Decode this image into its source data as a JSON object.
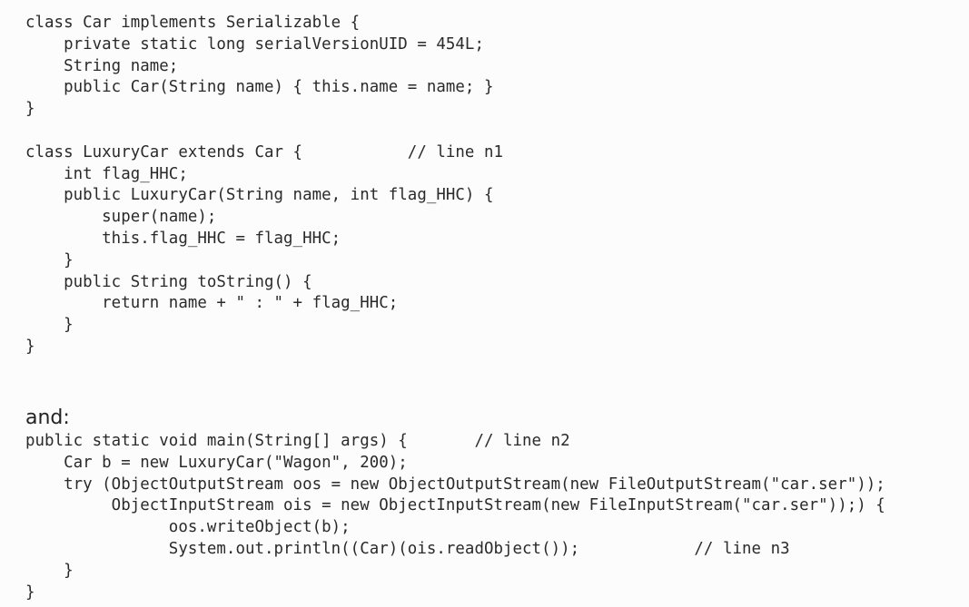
{
  "class_code": [
    "class Car implements Serializable {",
    "    private static long serialVersionUID = 454L;",
    "    String name;",
    "    public Car(String name) { this.name = name; }",
    "}",
    "",
    "class LuxuryCar extends Car {           // line n1",
    "    int flag_HHC;",
    "    public LuxuryCar(String name, int flag_HHC) {",
    "        super(name);",
    "        this.flag_HHC = flag_HHC;",
    "    }",
    "    public String toString() {",
    "        return name + \" : \" + flag_HHC;",
    "    }",
    "}"
  ],
  "connector": "and:",
  "main_code": [
    "public static void main(String[] args) {       // line n2",
    "    Car b = new LuxuryCar(\"Wagon\", 200);",
    "    try (ObjectOutputStream oos = new ObjectOutputStream(new FileOutputStream(\"car.ser\"));",
    "         ObjectInputStream ois = new ObjectInputStream(new FileInputStream(\"car.ser\"));) {",
    "               oos.writeObject(b);",
    "               System.out.println((Car)(ois.readObject());            // line n3",
    "    }",
    "}"
  ]
}
